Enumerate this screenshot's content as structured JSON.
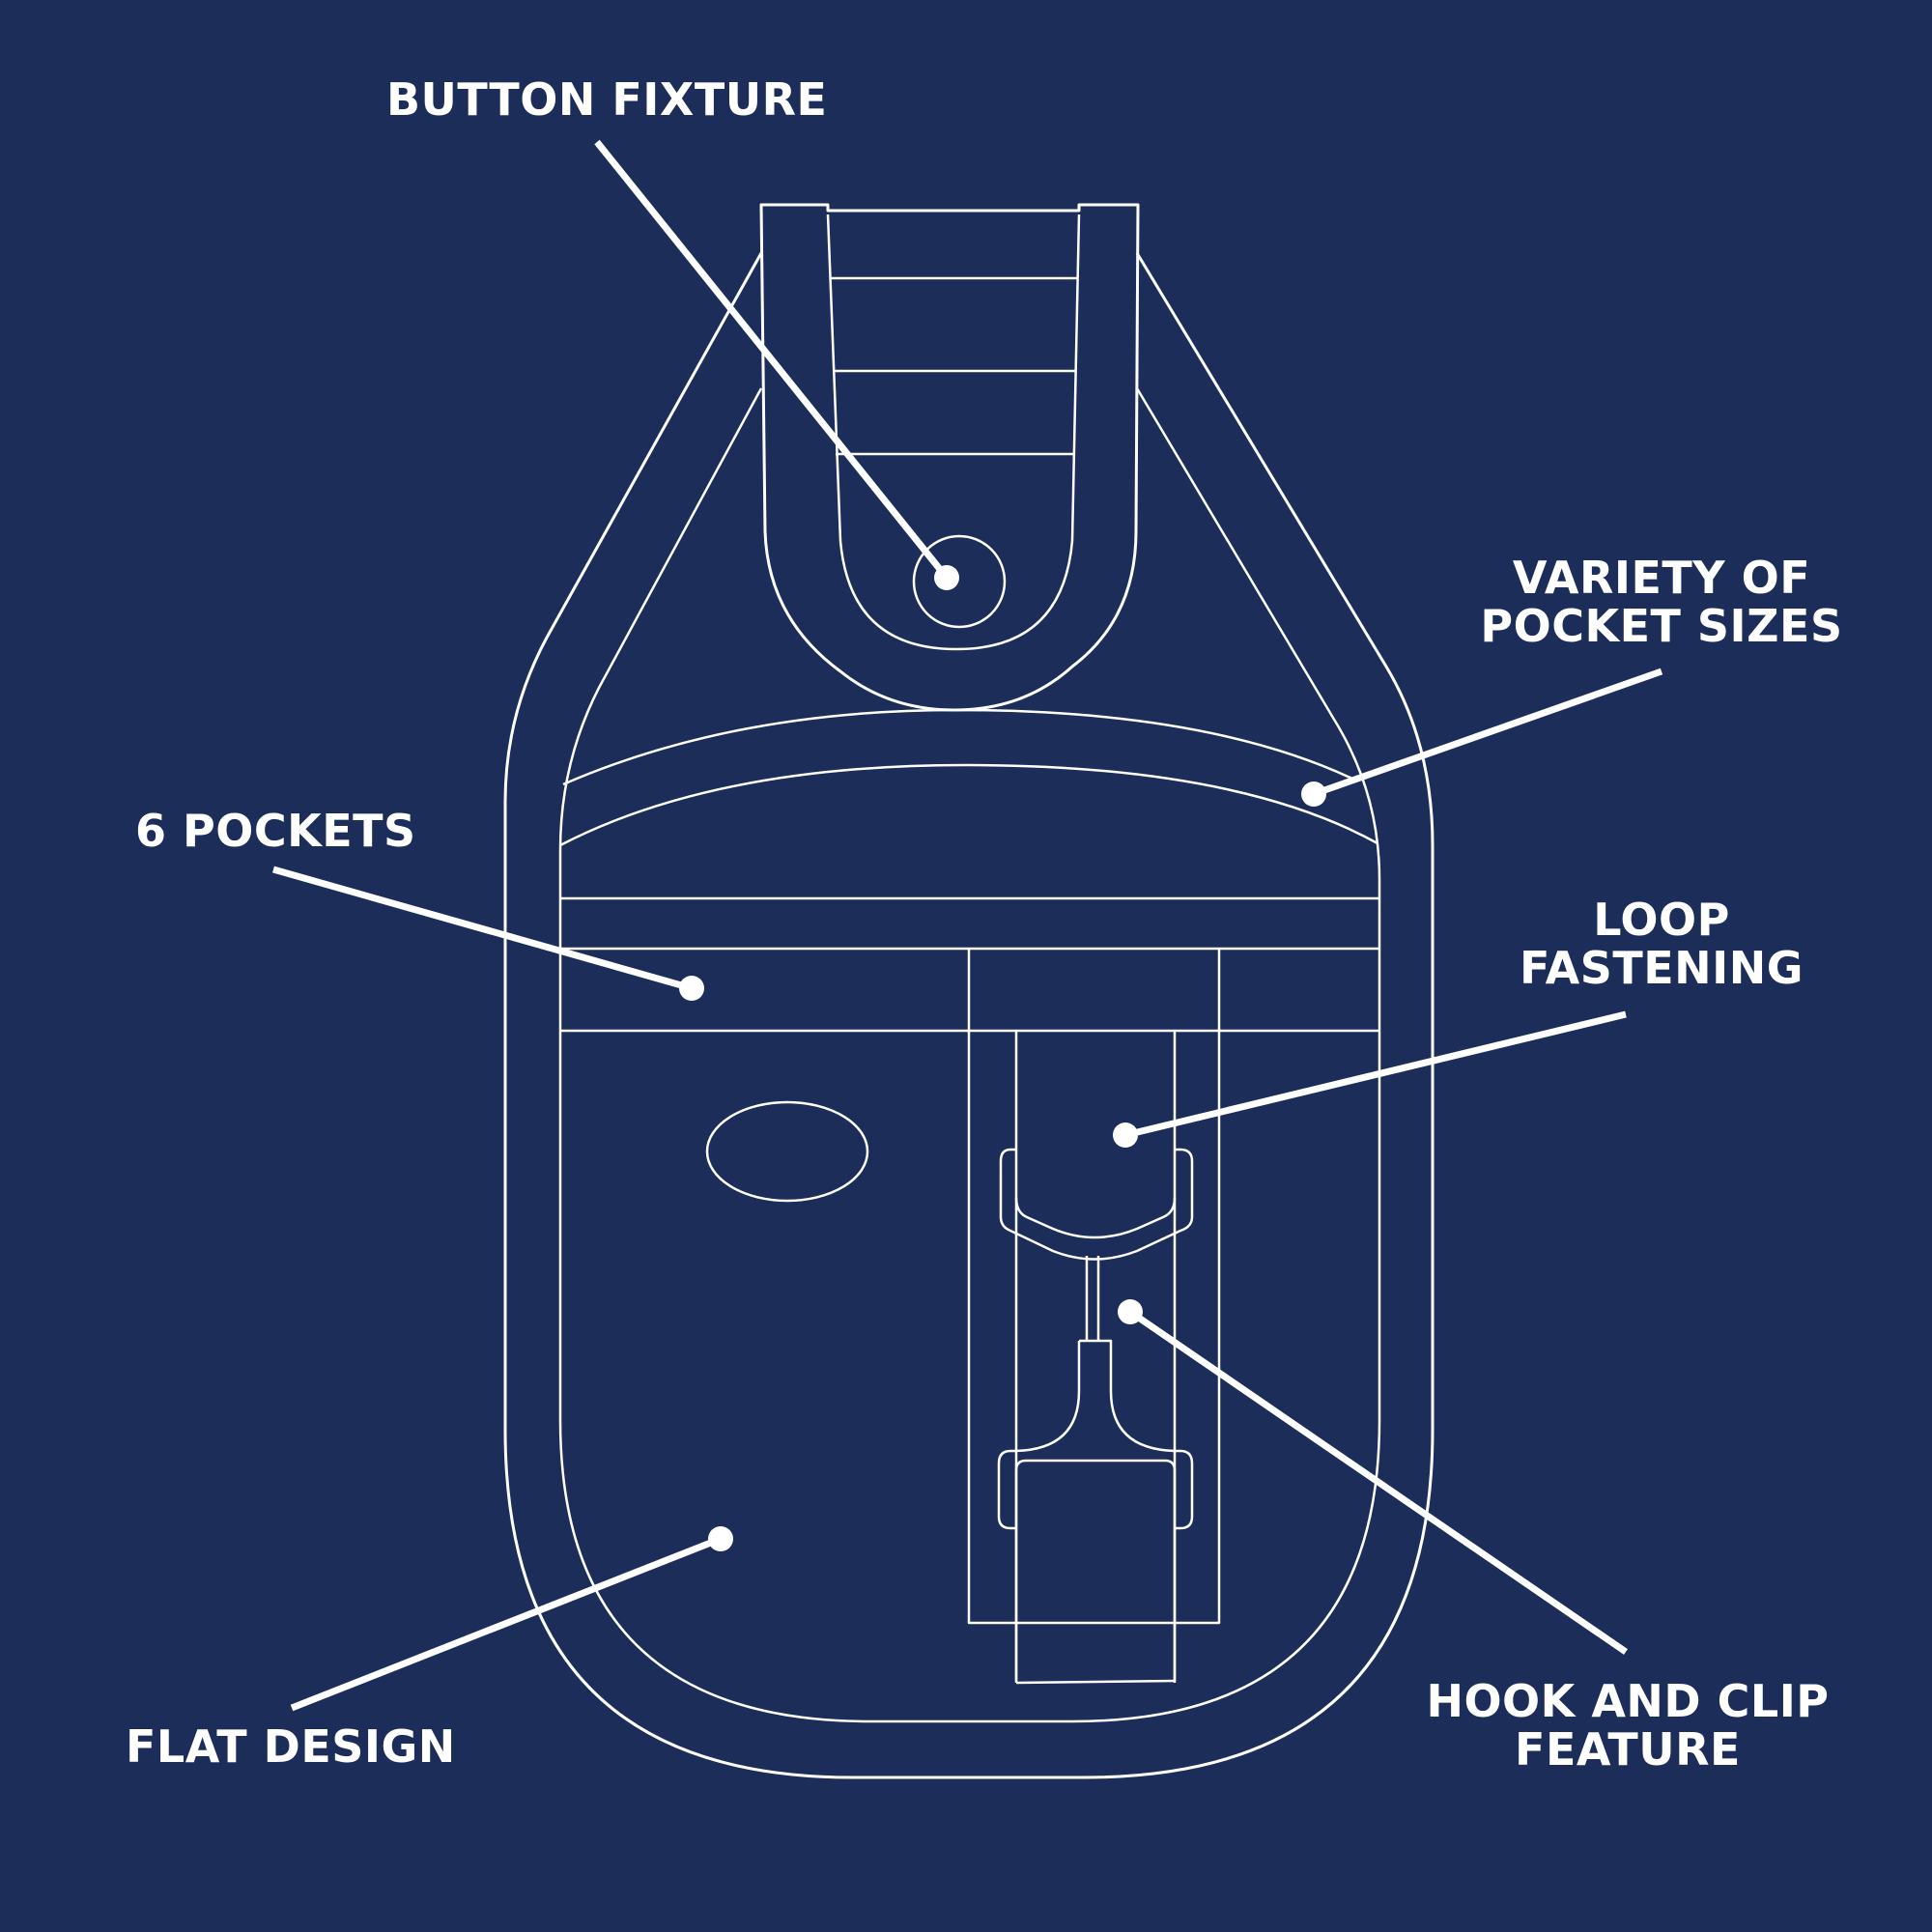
{
  "colors": {
    "background": "#1b2d58",
    "line": "#ffffff"
  },
  "callouts": {
    "button_fixture": {
      "lines": [
        "BUTTON FIXTURE"
      ]
    },
    "pocket_sizes": {
      "lines": [
        "VARIETY OF",
        "POCKET SIZES"
      ]
    },
    "six_pockets": {
      "lines": [
        "6 POCKETS"
      ]
    },
    "loop_fastening": {
      "lines": [
        "LOOP",
        "FASTENING"
      ]
    },
    "flat_design": {
      "lines": [
        "FLAT DESIGN"
      ]
    },
    "hook_clip": {
      "lines": [
        "HOOK AND CLIP",
        "FEATURE"
      ]
    }
  }
}
